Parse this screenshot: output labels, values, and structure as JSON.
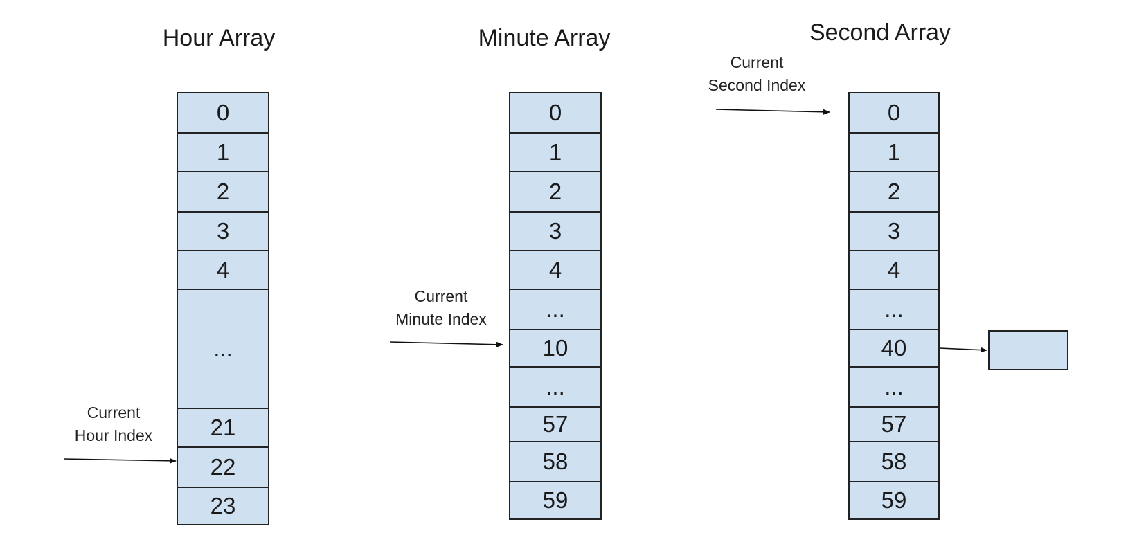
{
  "hour": {
    "title": "Hour Array",
    "pointer_label": [
      "Current",
      "Hour Index"
    ],
    "cells": [
      "0",
      "1",
      "2",
      "3",
      "4",
      "...",
      "21",
      "22",
      "23"
    ]
  },
  "minute": {
    "title": "Minute Array",
    "pointer_label": [
      "Current",
      "Minute Index"
    ],
    "cells": [
      "0",
      "1",
      "2",
      "3",
      "4",
      "...",
      "10",
      "...",
      "57",
      "58",
      "59"
    ]
  },
  "second": {
    "title": "Second Array",
    "pointer_label": [
      "Current",
      "Second Index"
    ],
    "cells": [
      "0",
      "1",
      "2",
      "3",
      "4",
      "...",
      "40",
      "...",
      "57",
      "58",
      "59"
    ]
  },
  "colors": {
    "cell_fill": "#cfe0f1",
    "border": "#222222"
  }
}
